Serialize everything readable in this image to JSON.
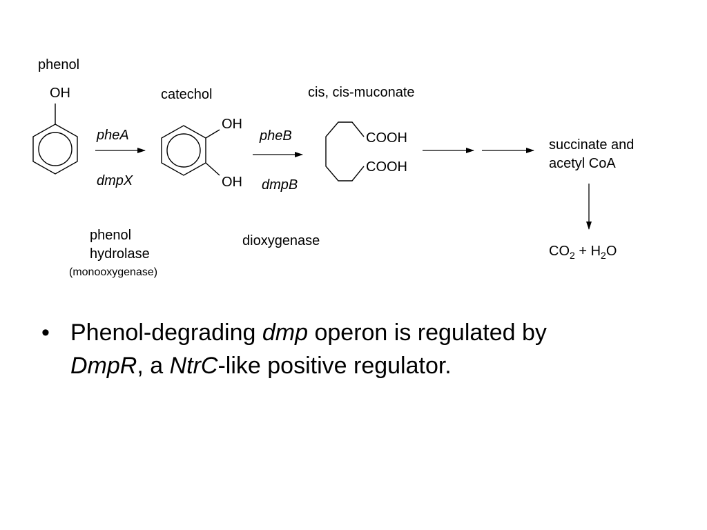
{
  "diagram": {
    "phenol": {
      "name": "phenol",
      "oh": "OH"
    },
    "catechol": {
      "name": "catechol",
      "oh_top": "OH",
      "oh_bottom": "OH"
    },
    "muconate": {
      "name": "cis, cis-muconate",
      "cooh_top": "COOH",
      "cooh_bottom": "COOH"
    },
    "step1": {
      "gene_a": "pheA",
      "gene_b": "dmpX",
      "enzyme_line1": "phenol",
      "enzyme_line2": "hydrolase",
      "enzyme_line3": "(monooxygenase)"
    },
    "step2": {
      "gene_a": "pheB",
      "gene_b": "dmpB",
      "enzyme": "dioxygenase"
    },
    "products": {
      "line1": "succinate and",
      "line2": "acetyl CoA"
    },
    "final": {
      "co": "CO",
      "sub1": "2",
      "plus": " + H",
      "sub2": "2",
      "o": "O"
    }
  },
  "bullet": {
    "symbol": "•",
    "t1": "Phenol-degrading ",
    "t2": "dmp",
    "t3": " operon is regulated by",
    "t4": "DmpR",
    "t5": ", a ",
    "t6": "NtrC",
    "t7": "-like positive regulator."
  }
}
